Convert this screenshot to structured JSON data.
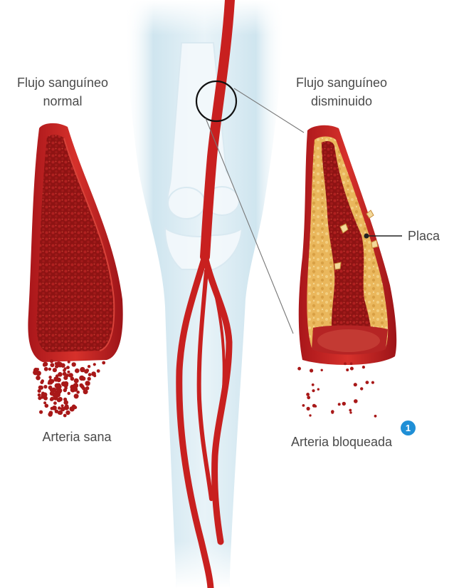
{
  "labels": {
    "normal_flow": "Flujo sanguíneo\nnormal",
    "reduced_flow": "Flujo sanguíneo\ndisminuido",
    "healthy_artery": "Arteria sana",
    "blocked_artery": "Arteria bloqueada",
    "plaque": "Placa",
    "footnote_marker": "1"
  },
  "colors": {
    "artery_red": "#c8201f",
    "blood_dark": "#8f1414",
    "plaque_yellow": "#e9b75a",
    "leg_blue": "#cfe5ef",
    "badge_blue": "#1f8fd6",
    "label_gray": "#4a4a4a"
  }
}
